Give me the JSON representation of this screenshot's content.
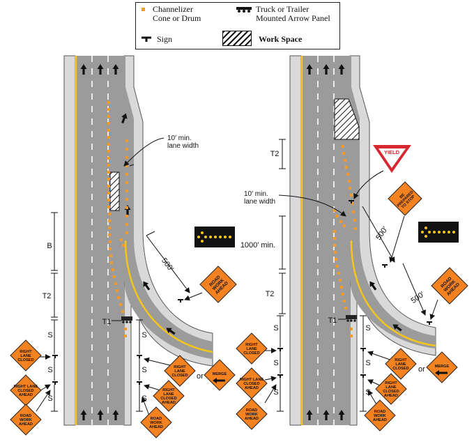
{
  "legend": {
    "cone_label": "Channelizer\nCone or Drum",
    "arrow_panel_label": "Truck or Trailer\nMounted Arrow Panel",
    "sign_label": "Sign",
    "work_space_label": "Work Space"
  },
  "colors": {
    "cone": "#f39a2b",
    "road": "#9b9b9b",
    "shoulder": "#d9d9d9",
    "yellow_line": "#f5c518",
    "sign": "#f58220",
    "yield_red": "#d7282f"
  },
  "left": {
    "lane_width": "10′ min.\nlane width",
    "dist_500": "500′",
    "B": "B",
    "T2": "T2",
    "T1": "T1",
    "S1": "S",
    "S2": "S",
    "S3": "S",
    "S4": "S",
    "S5": "S",
    "S6": "S",
    "or": "or",
    "sign_road_work_ahead_ramp": "ROAD\nWORK\nAHEAD",
    "sign_right_lane_closed": "RIGHT\nLANE\nCLOSED",
    "sign_right_lane_closed_ahead": "RIGHT LANE\nCLOSED\nAHEAD",
    "sign_road_work_ahead": "ROAD\nWORK\nAHEAD",
    "ramp_sign_right_lane_closed": "RIGHT\nLANE\nCLOSED",
    "ramp_sign_right_lane_closed_ahead": "RIGHT\nLANE\nCLOSED\nAHEAD",
    "ramp_sign_road_work_ahead": "ROAD\nWORK\nAHEAD",
    "merge": "MERGE"
  },
  "right": {
    "lane_width": "10′ min.\nlane width",
    "dist_1000": "1000′ min.",
    "dist_500a": "500′",
    "dist_500b": "500′",
    "T2a": "T2",
    "T2b": "T2",
    "T1": "T1",
    "S1": "S",
    "S2": "S",
    "S3": "S",
    "S4": "S",
    "S5": "S",
    "S6": "S",
    "or": "or",
    "yield": "YIELD",
    "be_prepared": "BE\nPREPARED\nTO STOP",
    "sign_road_work_ahead_ramp": "ROAD\nWORK\nAHEAD",
    "sign_right_lane_closed": "RIGHT\nLANE\nCLOSED",
    "sign_right_lane_closed_ahead": "RIGHT LANE\nCLOSED\nAHEAD",
    "sign_road_work_ahead": "ROAD\nWORK\nAHEAD",
    "ramp_sign_right_lane_closed": "RIGHT\nLANE\nCLOSED",
    "ramp_sign_right_lane_closed_ahead": "RIGHT\nLANE\nCLOSED\nAHEAD",
    "ramp_sign_road_work_ahead": "ROAD\nWORK\nAHEAD",
    "merge": "MERGE"
  }
}
